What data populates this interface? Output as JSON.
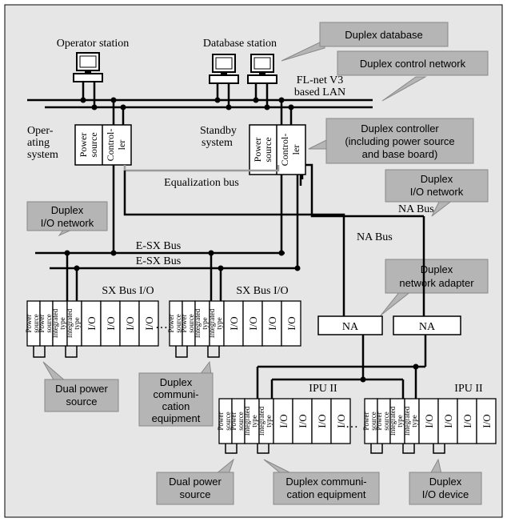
{
  "labels": {
    "operator_station": "Operator station",
    "database_station": "Database station",
    "fl_net_line1": "FL-net V3",
    "fl_net_line2": "based LAN",
    "operating_system_line1": "Oper-",
    "operating_system_line2": "ating",
    "operating_system_line3": "system",
    "standby_system_line1": "Standby",
    "standby_system_line2": "system",
    "equalization_bus": "Equalization bus",
    "na_bus_upper": "NA Bus",
    "na_bus_lower": "NA Bus",
    "e_sx_bus_1": "E-SX Bus",
    "e_sx_bus_2": "E-SX Bus",
    "sx_bus_io_1": "SX Bus I/O",
    "sx_bus_io_2": "SX Bus I/O",
    "ipu_1": "IPU II",
    "ipu_2": "IPU II",
    "na_1": "NA",
    "na_2": "NA",
    "ellipsis": "…"
  },
  "module_labels": {
    "power_source": "Power source",
    "controller_line1": "Control-",
    "controller_line2": "ler",
    "power_source_line1": "Power",
    "power_source_line2": "source",
    "integrated_line1": "Integrated",
    "integrated_line2": "type",
    "io": "I/O"
  },
  "callouts": {
    "duplex_database": "Duplex database",
    "duplex_control_network": "Duplex control network",
    "duplex_controller_line1": "Duplex controller",
    "duplex_controller_line2": "(including power source",
    "duplex_controller_line3": "and base board)",
    "duplex_io_network_right_line1": "Duplex",
    "duplex_io_network_right_line2": "I/O network",
    "duplex_io_network_left_line1": "Duplex",
    "duplex_io_network_left_line2": "I/O network",
    "duplex_network_adapter_line1": "Duplex",
    "duplex_network_adapter_line2": "network adapter",
    "dual_power_source_left_line1": "Dual power",
    "dual_power_source_left_line2": "source",
    "duplex_comm_left_line1": "Duplex",
    "duplex_comm_left_line2": "communi-",
    "duplex_comm_left_line3": "cation",
    "duplex_comm_left_line4": "equipment",
    "dual_power_source_bottom_line1": "Dual power",
    "dual_power_source_bottom_line2": "source",
    "duplex_comm_bottom_line1": "Duplex communi-",
    "duplex_comm_bottom_line2": "cation equipment",
    "duplex_io_device_line1": "Duplex",
    "duplex_io_device_line2": "I/O device"
  },
  "colors": {
    "panel_background": "#e6e6e6",
    "callout_fill": "#b5b5b5",
    "line": "#000000",
    "module_fill": "#ffffff"
  }
}
